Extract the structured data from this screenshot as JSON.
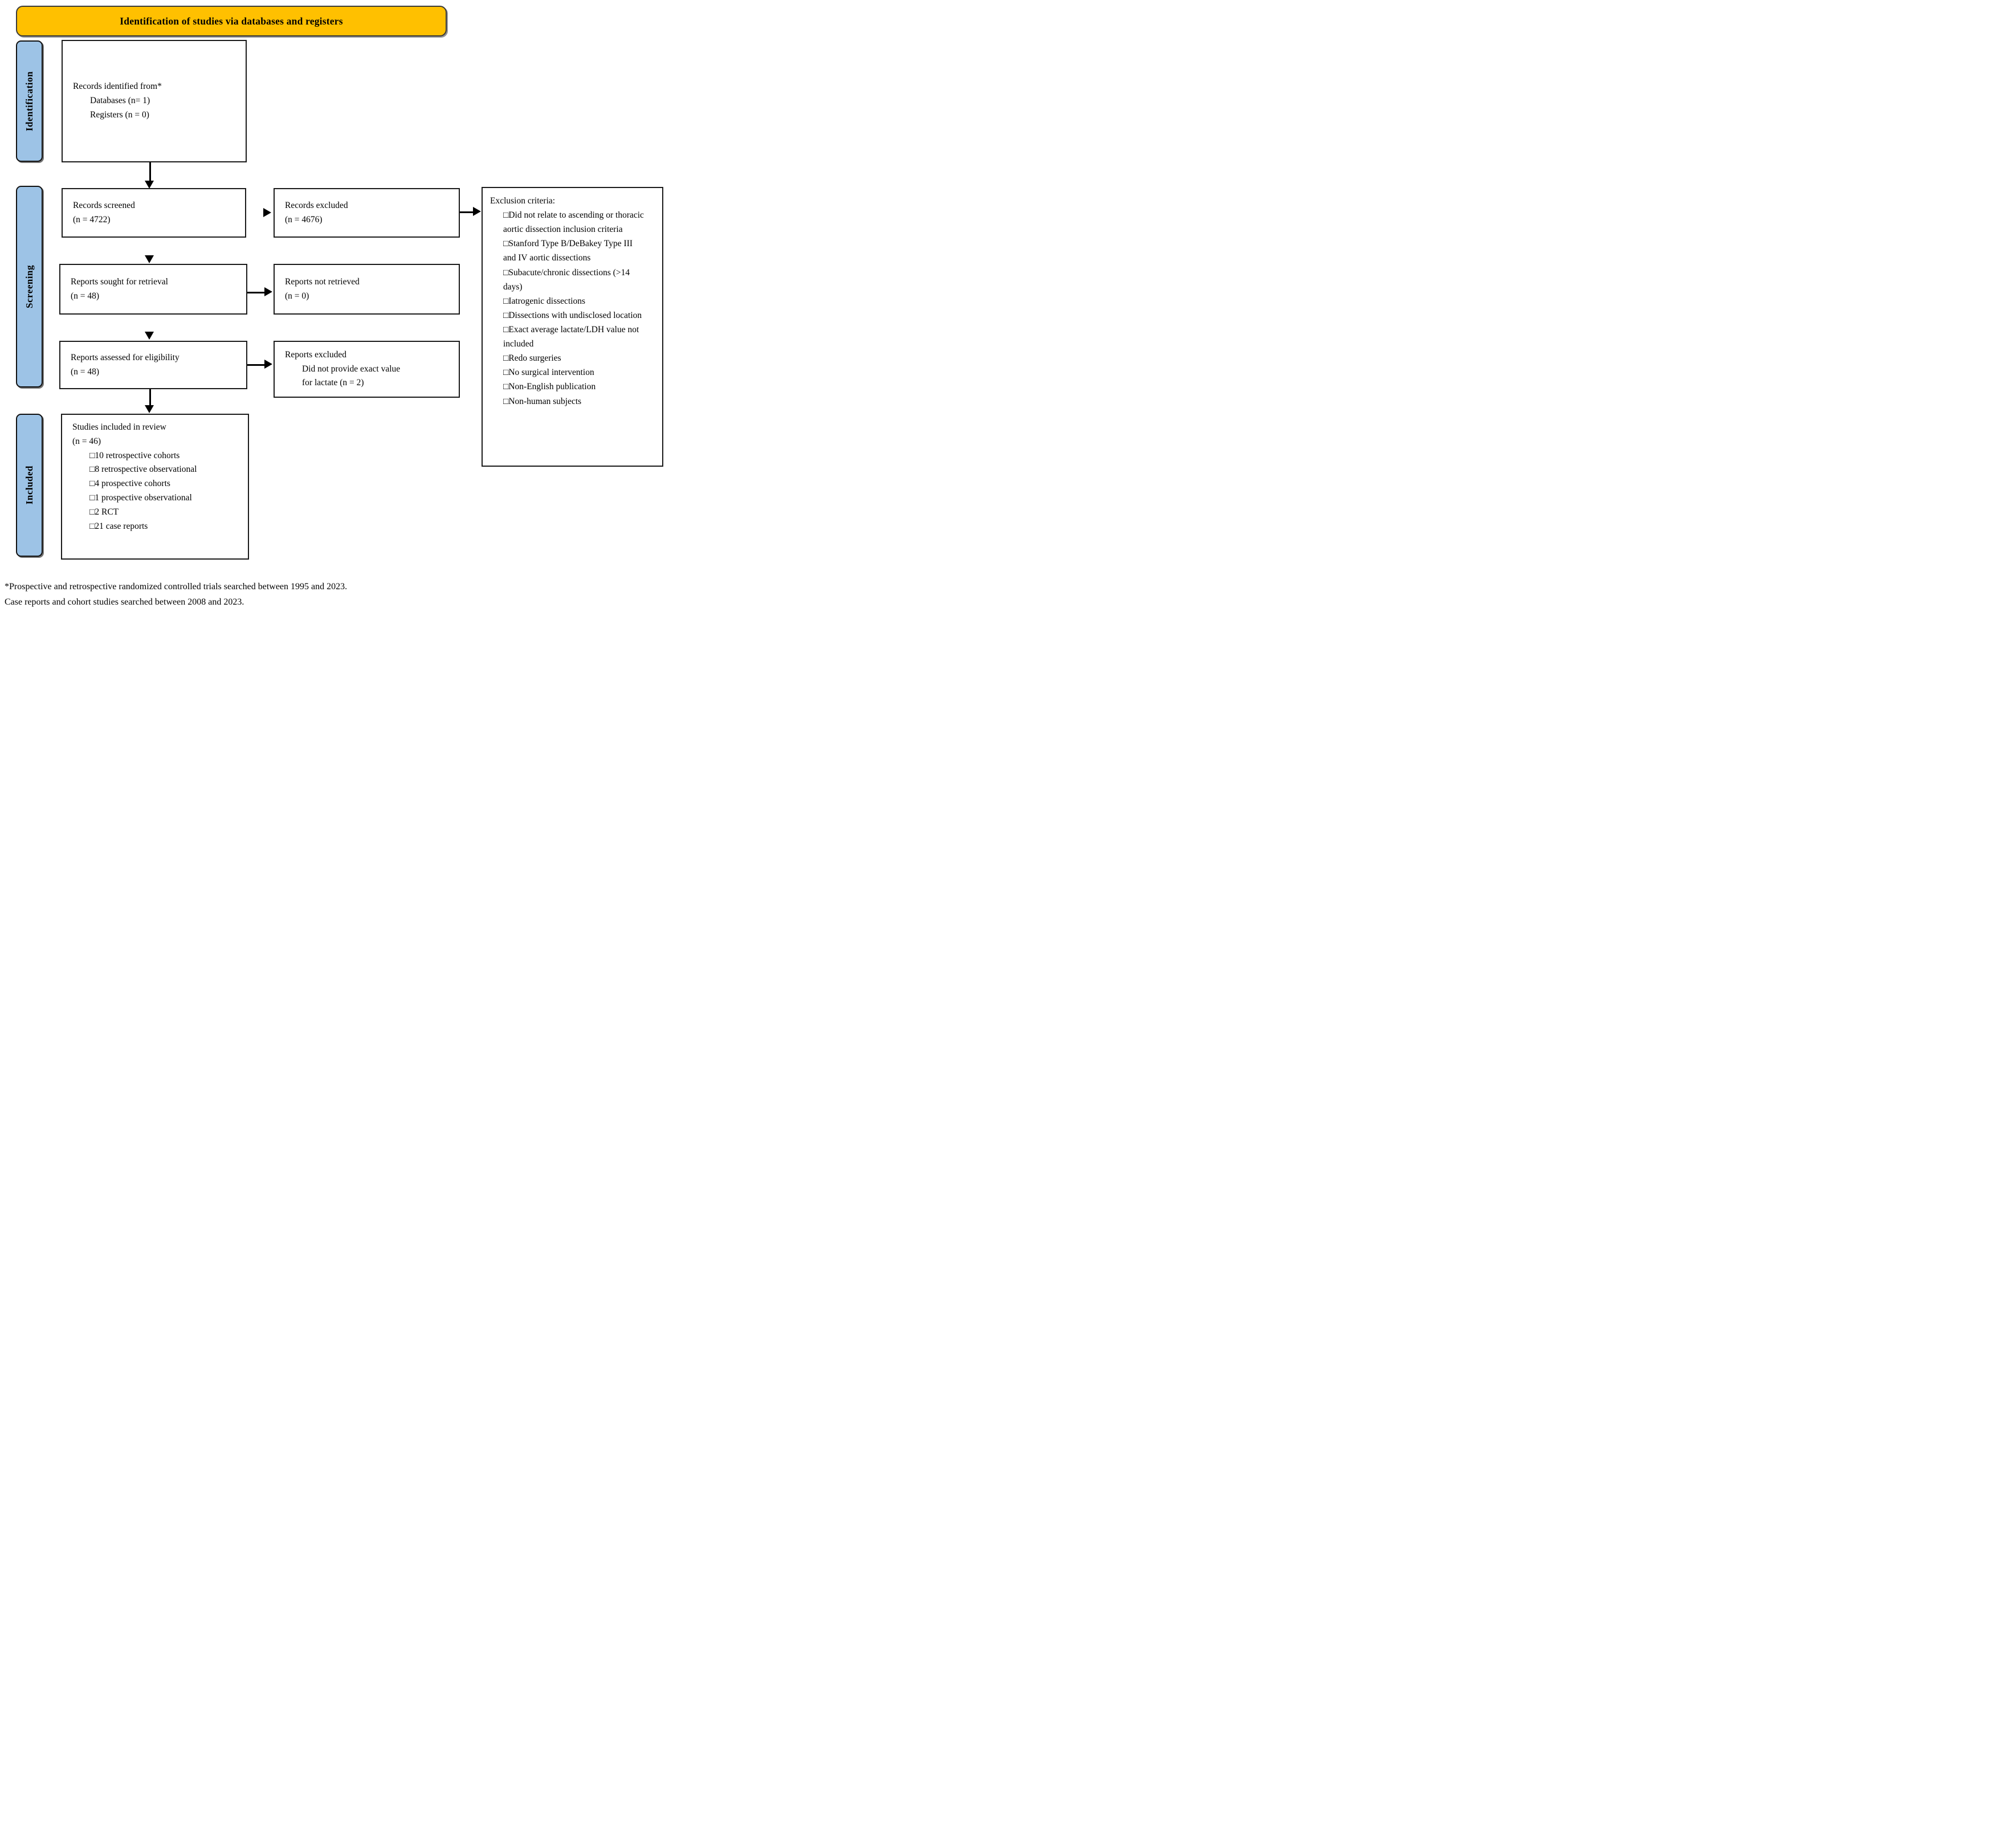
{
  "header": {
    "title": "Identification of studies via databases and registers"
  },
  "stages": {
    "identification": "Identification",
    "screening": "Screening",
    "included": "Included"
  },
  "boxes": {
    "records_identified": {
      "title": "Records identified from*",
      "items": [
        "Databases (n= 1)",
        "Registers (n = 0)"
      ]
    },
    "records_screened": {
      "title": "Records screened",
      "count": "(n = 4722)"
    },
    "records_excluded": {
      "title": "Records excluded",
      "count": "(n = 4676)"
    },
    "reports_sought": {
      "title": "Reports sought for retrieval",
      "count": "(n = 48)"
    },
    "reports_not_retrieved": {
      "title": "Reports not retrieved",
      "count": "(n = 0)"
    },
    "reports_assessed": {
      "title": "Reports assessed for eligibility",
      "count": "(n = 48)"
    },
    "reports_excluded": {
      "title": "Reports excluded",
      "reason_lines": [
        "Did not provide exact value",
        "for lactate (n = 2)"
      ]
    },
    "studies_included": {
      "title": "Studies included in review",
      "count": "(n = 46)",
      "items": [
        "□10 retrospective cohorts",
        "□8 retrospective observational",
        "□4 prospective cohorts",
        "□1 prospective observational",
        "□2 RCT",
        "□21 case reports"
      ]
    },
    "exclusion_criteria": {
      "title": "Exclusion criteria:",
      "items": [
        "□Did not relate to ascending or thoracic aortic dissection inclusion criteria",
        "□Stanford Type B/DeBakey Type III and IV aortic dissections",
        "□Subacute/chronic dissections (>14 days)",
        "□Iatrogenic dissections",
        "□Dissections with undisclosed location",
        "□Exact average lactate/LDH value not included",
        "□Redo surgeries",
        "□No surgical intervention",
        "□Non-English publication",
        "□Non-human subjects"
      ]
    }
  },
  "footnote": {
    "line1": "*Prospective and retrospective randomized controlled trials searched between 1995 and 2023.",
    "line2": "Case reports and cohort studies searched between 2008 and 2023."
  },
  "colors": {
    "title_bg": "#FFC000",
    "stage_bg": "#9DC3E6",
    "box_border": "#000000"
  }
}
